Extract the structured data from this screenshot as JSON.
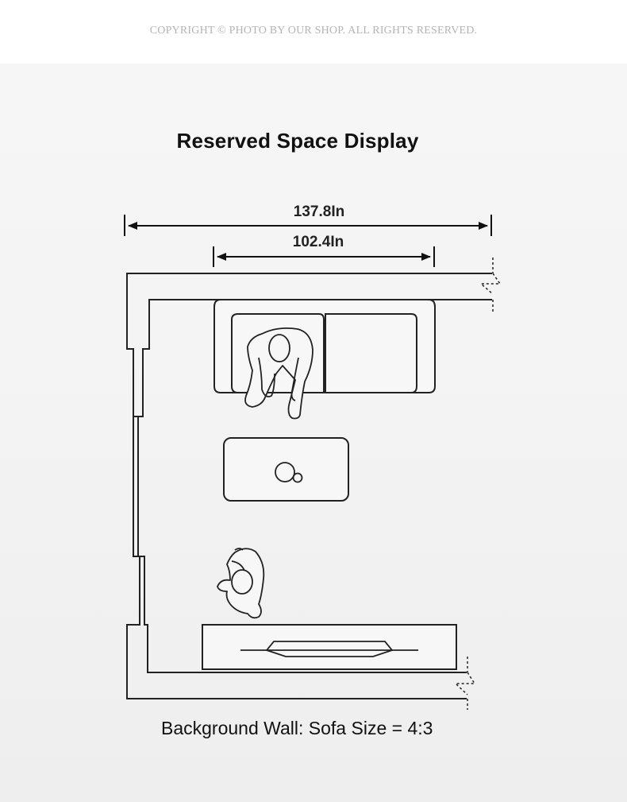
{
  "copyright": "COPYRIGHT © PHOTO BY OUR SHOP. ALL RIGHTS RESERVED.",
  "title": "Reserved Space Display",
  "dimensions": {
    "outer_width": "137.8In",
    "sofa_width": "102.4In"
  },
  "caption": "Background Wall: Sofa Size = 4:3",
  "colors": {
    "line": "#222222",
    "background": "#f4f4f4"
  }
}
